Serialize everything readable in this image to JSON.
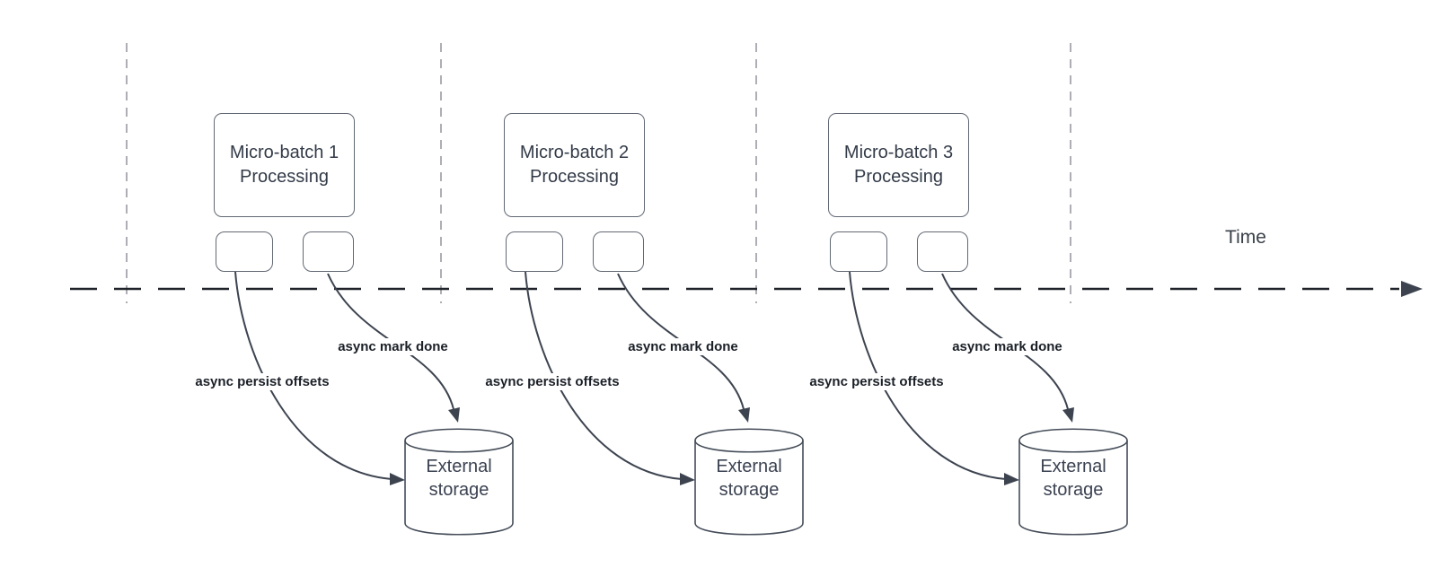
{
  "time_axis": {
    "label": "Time"
  },
  "groups": [
    {
      "box_label": "Micro-batch 1\nProcessing",
      "persist_label": "async persist offsets",
      "mark_done_label": "async mark done",
      "storage_label": "External\nstorage"
    },
    {
      "box_label": "Micro-batch 2\nProcessing",
      "persist_label": "async persist offsets",
      "mark_done_label": "async mark done",
      "storage_label": "External\nstorage"
    },
    {
      "box_label": "Micro-batch 3\nProcessing",
      "persist_label": "async persist offsets",
      "mark_done_label": "async mark done",
      "storage_label": "External\nstorage"
    }
  ],
  "colors": {
    "shape_border": "#626974",
    "shape_text": "#333b48",
    "connector": "#3d4450",
    "axis": "#1f2329",
    "grid_line": "#aeaeb4",
    "label_text": "#1b2027"
  }
}
